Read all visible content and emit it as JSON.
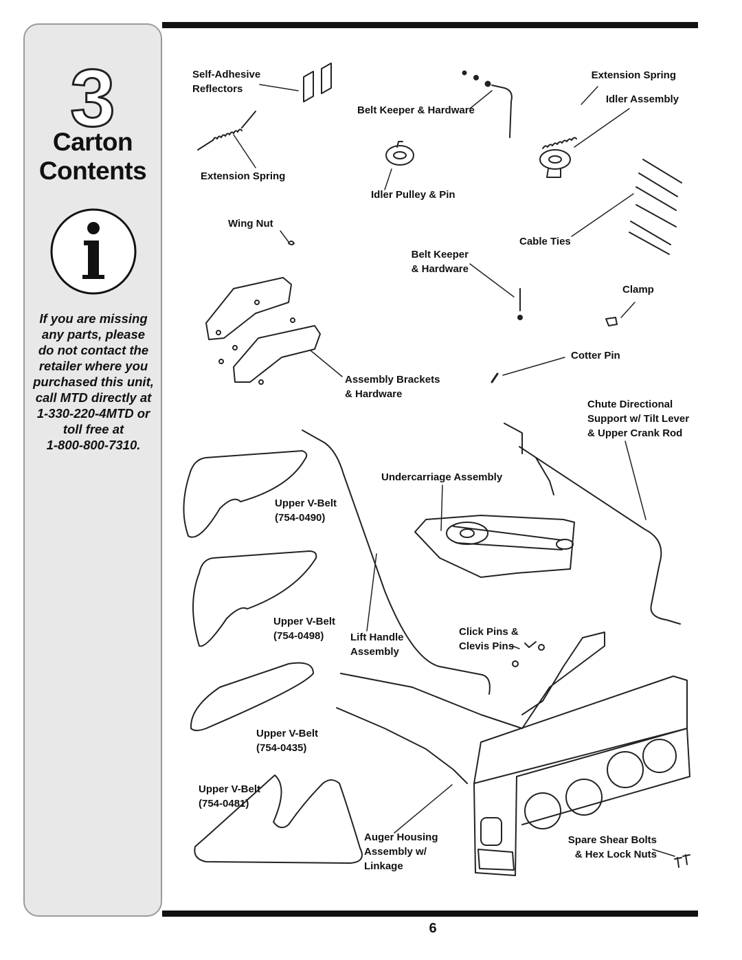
{
  "sidebar": {
    "section_number": "3",
    "title_line1": "Carton",
    "title_line2": "Contents",
    "info_icon": "info-icon",
    "notice_line1": "If you are missing",
    "notice_line2": "any parts, please",
    "notice_line3": "do not contact the",
    "notice_line4": "retailer where you",
    "notice_line5": "purchased this unit,",
    "notice_line6": "call MTD directly at",
    "notice_line7": "1-330-220-4MTD or",
    "notice_line8": "toll free at",
    "notice_line9": "1-800-800-7310."
  },
  "labels": {
    "reflectors_1": "Self-Adhesive",
    "reflectors_2": "Reflectors",
    "extension_spring_left": "Extension Spring",
    "belt_keeper_top": "Belt Keeper & Hardware",
    "extension_spring_right": "Extension Spring",
    "idler_assembly": "Idler Assembly",
    "idler_pulley": "Idler Pulley & Pin",
    "wing_nut": "Wing Nut",
    "cable_ties": "Cable Ties",
    "belt_keeper_mid_1": "Belt Keeper",
    "belt_keeper_mid_2": "& Hardware",
    "clamp": "Clamp",
    "cotter_pin": "Cotter Pin",
    "brackets_1": "Assembly Brackets",
    "brackets_2": "& Hardware",
    "chute_1": "Chute Directional",
    "chute_2": "Support w/ Tilt Lever",
    "chute_3": "& Upper Crank Rod",
    "undercarriage": "Undercarriage Assembly",
    "vbelt_a_1": "Upper V-Belt",
    "vbelt_a_2": "(754-0490)",
    "vbelt_b_1": "Upper V-Belt",
    "vbelt_b_2": "(754-0498)",
    "lift_handle_1": "Lift Handle",
    "lift_handle_2": "Assembly",
    "click_pins_1": "Click Pins &",
    "click_pins_2": "Clevis Pins",
    "vbelt_c_1": "Upper V-Belt",
    "vbelt_c_2": "(754-0435)",
    "vbelt_d_1": "Upper V-Belt",
    "vbelt_d_2": "(754-0481)",
    "auger_1": "Auger Housing",
    "auger_2": "Assembly w/",
    "auger_3": "Linkage",
    "shear_1": "Spare Shear Bolts",
    "shear_2": "& Hex Lock Nuts"
  },
  "footer": {
    "page_number": "6"
  }
}
